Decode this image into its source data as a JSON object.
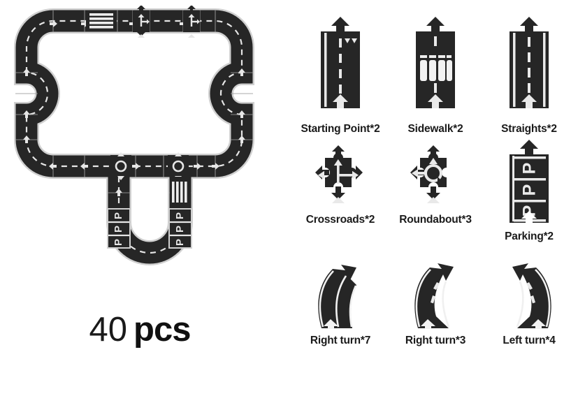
{
  "product": {
    "total_pieces_number": "40",
    "total_pieces_unit": "pcs"
  },
  "colors": {
    "road_dark": "#262626",
    "road_edge": "#d9d9d9",
    "lane_marking": "#e6e6e6",
    "background": "#ffffff",
    "label_text": "#1a1a1a"
  },
  "legend": {
    "items": [
      {
        "id": "starting-point",
        "label": "Starting Point*2",
        "name": "Starting Point",
        "count": "2",
        "icon": "starting-point-piece-icon"
      },
      {
        "id": "sidewalk",
        "label": "Sidewalk*2",
        "name": "Sidewalk",
        "count": "2",
        "icon": "sidewalk-piece-icon"
      },
      {
        "id": "straights",
        "label": "Straights*2",
        "name": "Straights",
        "count": "2",
        "icon": "straight-piece-icon"
      },
      {
        "id": "crossroads",
        "label": "Crossroads*2",
        "name": "Crossroads",
        "count": "2",
        "icon": "crossroads-piece-icon"
      },
      {
        "id": "roundabout",
        "label": "Roundabout*3",
        "name": "Roundabout",
        "count": "3",
        "icon": "roundabout-piece-icon"
      },
      {
        "id": "parking",
        "label": "Parking*2",
        "name": "Parking",
        "count": "2",
        "icon": "parking-piece-icon"
      },
      {
        "id": "right-turn-a",
        "label": "Right turn*7",
        "name": "Right turn",
        "count": "7",
        "icon": "right-turn-wide-piece-icon"
      },
      {
        "id": "right-turn-b",
        "label": "Right turn*3",
        "name": "Right turn",
        "count": "3",
        "icon": "right-turn-piece-icon"
      },
      {
        "id": "left-turn",
        "label": "Left turn*4",
        "name": "Left turn",
        "count": "4",
        "icon": "left-turn-piece-icon"
      }
    ]
  },
  "track_layout": {
    "description": "Assembled road track loop with parking bays, crosswalk, crossroads and roundabouts",
    "parking_marks": [
      "P",
      "P",
      "P",
      "P",
      "P",
      "P"
    ]
  }
}
